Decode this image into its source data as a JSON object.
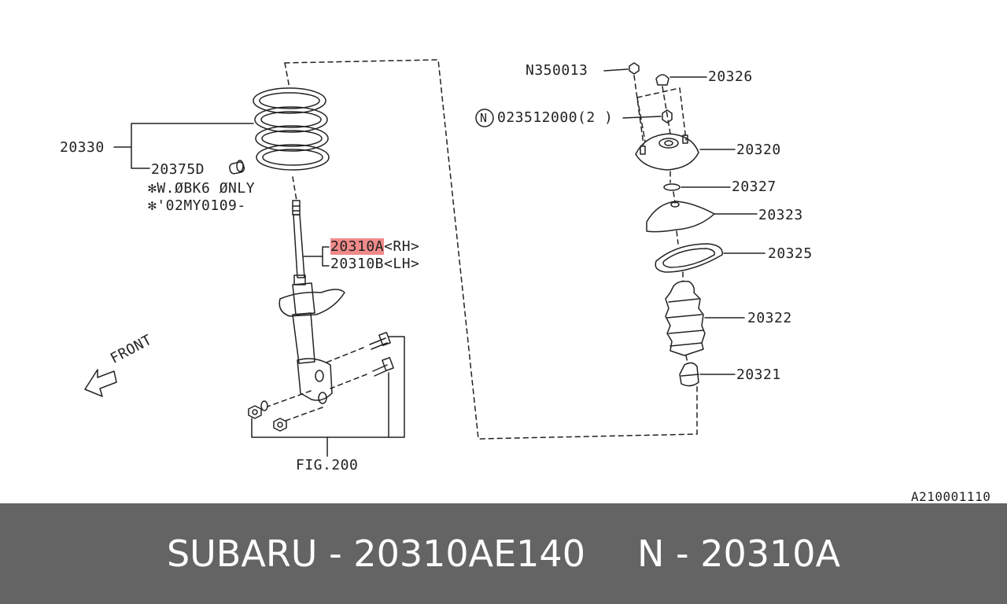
{
  "diagram": {
    "labels": {
      "coil_spring": "20330",
      "spring_seat_pad": "20375D",
      "note_model": "✻W.ØBK6 ØNLY",
      "note_year": "✻'02MY0109-",
      "strut_rh_part": "20310A",
      "strut_rh_side": "<RH>",
      "strut_lh": "20310B<LH>",
      "fig_ref": "FIG.200",
      "front_label": "FRONT",
      "nut": "N350013",
      "cap": "20326",
      "nut_circled_letter": "N",
      "nut_qty": "023512000(2 )",
      "mount": "20320",
      "washer": "20327",
      "upper_seat": "20323",
      "rubber_seat": "20325",
      "boot": "20322",
      "bump_stop": "20321",
      "drawing_ref": "A210001110"
    },
    "colors": {
      "highlight": "#f08a8a",
      "line": "#222222"
    }
  },
  "footer": {
    "brand_part": "SUBARU - 20310AE140",
    "alt_part": "N - 20310A",
    "background": "#646464"
  }
}
